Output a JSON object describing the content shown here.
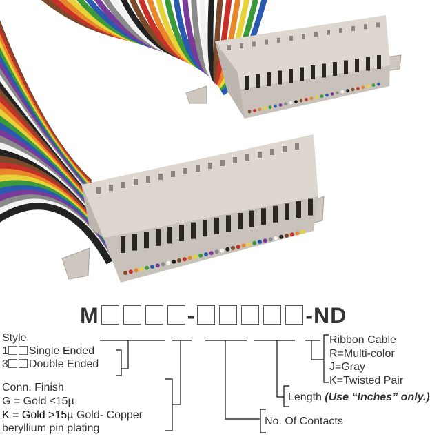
{
  "part_number": {
    "prefix": "M",
    "middle": "-",
    "suffix": "-ND",
    "box_char": "□",
    "first_group_boxes": 4,
    "second_group_boxes": 5
  },
  "style": {
    "title": "Style",
    "options": [
      {
        "code": "1",
        "label": "Single Ended"
      },
      {
        "code": "3",
        "label": "Double Ended"
      }
    ]
  },
  "finish": {
    "title": "Conn. Finish",
    "g": "G = Gold ≤15µ",
    "k_bold": "K = Gold >15µ",
    "k_rest": " Gold- Copper",
    "k_line2": "beryllium pin plating"
  },
  "contacts": {
    "label": "No. Of Contacts"
  },
  "length": {
    "label": "Length ",
    "note": "(Use “Inches” only.)"
  },
  "cable": {
    "title": "Ribbon Cable",
    "options": [
      "R=Multi-color",
      "J=Gray",
      "K=Twisted Pair"
    ]
  },
  "colors": {
    "wires": [
      "#7a4a2a",
      "#c8302a",
      "#e8872a",
      "#e8d23a",
      "#3a9a3a",
      "#2a5ab0",
      "#7a3a9a",
      "#8a8a8a",
      "#f2f2f2",
      "#222222"
    ],
    "connector": "#d9d3cc",
    "connector_shade": "#b5aea6"
  }
}
